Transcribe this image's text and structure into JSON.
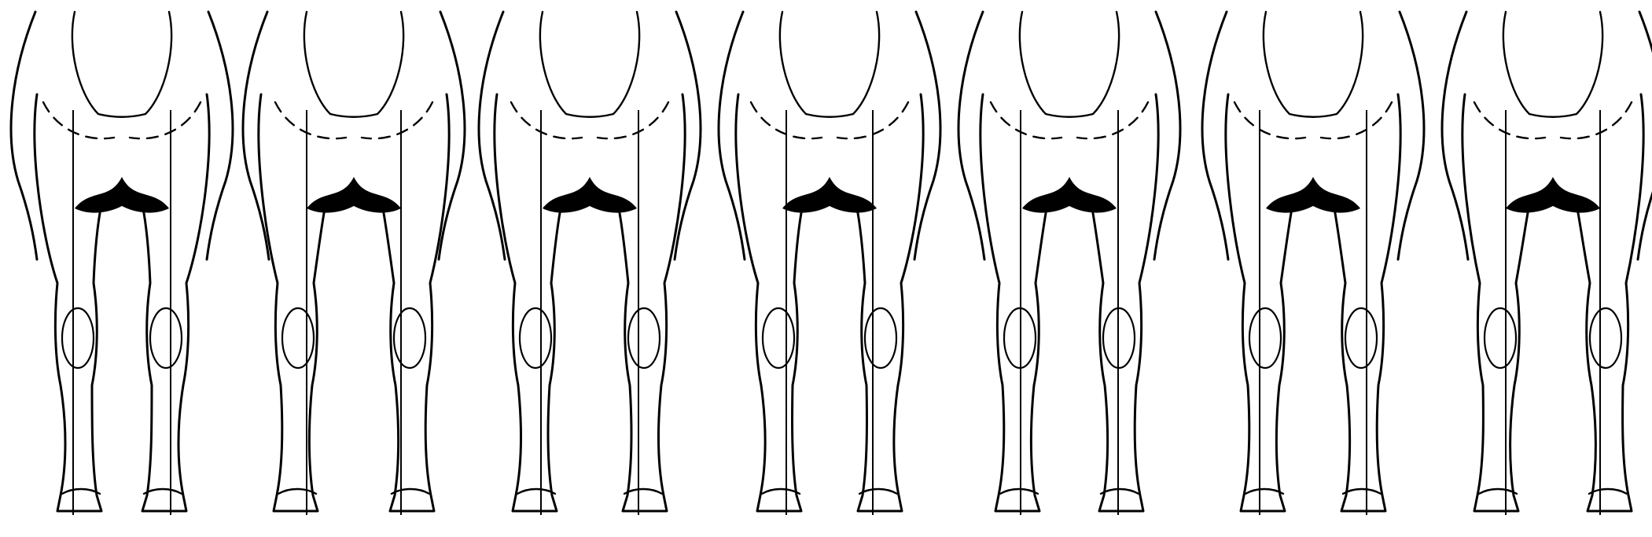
{
  "figure": {
    "description_free": true,
    "panel_count": 7,
    "stroke_color": "#000000",
    "background_color": "#ffffff",
    "panels": [
      {
        "id": 1,
        "stance": "base-narrow-toed-in"
      },
      {
        "id": 2,
        "stance": "base-wide"
      },
      {
        "id": 3,
        "stance": "normal"
      },
      {
        "id": 4,
        "stance": "normal-narrow"
      },
      {
        "id": 5,
        "stance": "knock-kneed"
      },
      {
        "id": 6,
        "stance": "bow-legged"
      },
      {
        "id": 7,
        "stance": "toed-out"
      }
    ]
  }
}
